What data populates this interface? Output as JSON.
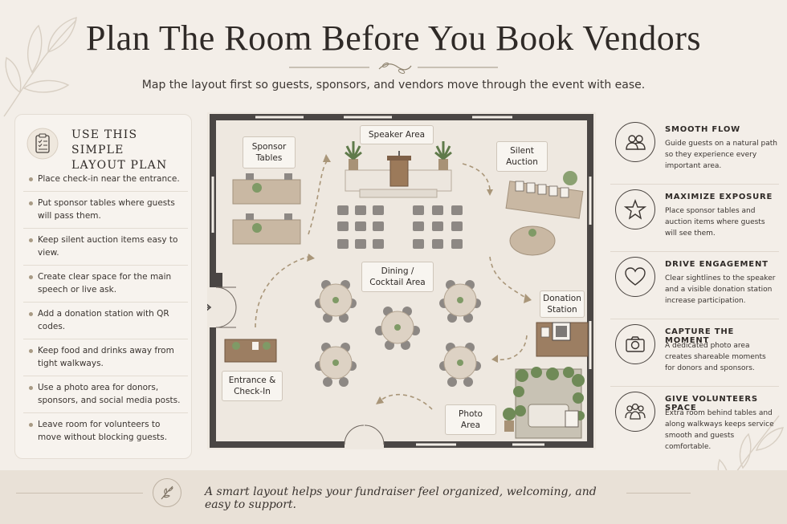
{
  "header": {
    "title": "Plan The Room Before You Book Vendors",
    "subtitle": "Map the layout first so guests, sponsors, and vendors move through the event with ease."
  },
  "left_panel": {
    "icon": "clipboard-checklist-icon",
    "title_line1": "Use This Simple",
    "title_line2": "Layout Plan",
    "items": [
      "Place check-in near the entrance.",
      "Put sponsor tables where guests will pass them.",
      "Keep silent auction items easy to view.",
      "Create clear space for the main speech or live ask.",
      "Add a donation station with QR codes.",
      "Keep food and drinks away from tight walkways.",
      "Use a photo area for donors, sponsors, and social media posts.",
      "Leave room for volunteers to move without blocking guests."
    ]
  },
  "floor_plan": {
    "labels": {
      "sponsor_tables": "Sponsor\nTables",
      "speaker_area": "Speaker Area",
      "silent_auction": "Silent\nAuction",
      "dining": "Dining /\nCocktail Area",
      "donation_station": "Donation\nStation",
      "entrance": "Entrance &\nCheck-In",
      "photo_area": "Photo\nArea"
    },
    "colors": {
      "wall": "#4a4644",
      "furniture": "#c9b8a3",
      "arrow": "#a99679"
    }
  },
  "right_panel": {
    "items": [
      {
        "icon": "people-icon",
        "title": "Smooth Flow",
        "text": "Guide guests on a natural path so they experience every important area."
      },
      {
        "icon": "star-icon",
        "title": "Maximize Exposure",
        "text": "Place sponsor tables and auction items where guests will see them."
      },
      {
        "icon": "heart-icon",
        "title": "Drive Engagement",
        "text": "Clear sightlines to the speaker and a visible donation station increase participation."
      },
      {
        "icon": "camera-icon",
        "title": "Capture The Moment",
        "text": "A dedicated photo area creates shareable moments for donors and sponsors."
      },
      {
        "icon": "volunteers-icon",
        "title": "Give Volunteers Space",
        "text": "Extra room behind tables and along walkways keeps service smooth and guests comfortable."
      }
    ]
  },
  "footer": {
    "icon": "leaf-icon",
    "text": "A smart layout helps your fundraiser feel organized, welcoming, and easy to support."
  }
}
